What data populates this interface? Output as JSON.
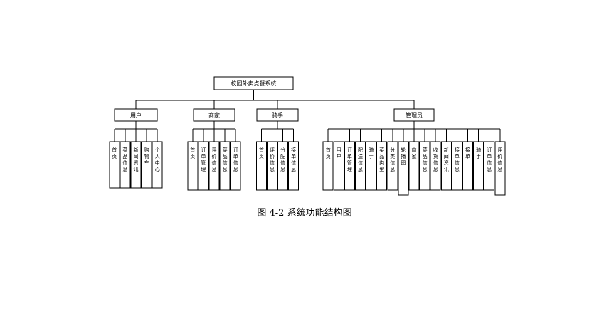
{
  "root": "校园外卖点餐系统",
  "modules": [
    {
      "label": "用户",
      "children": [
        "首页",
        "菜品信息",
        "新闻资讯",
        "购物车",
        "个人中心"
      ]
    },
    {
      "label": "商家",
      "children": [
        "首页",
        "订单管理",
        "评价信息",
        "菜品信息",
        "订单信息"
      ]
    },
    {
      "label": "骑手",
      "children": [
        "首页",
        "评价信息",
        "分配信息",
        "接单信息"
      ]
    },
    {
      "label": "管理员",
      "children": [
        "首页",
        "用户",
        "订单管理",
        "配送信息",
        "骑手",
        "菜品类型",
        "分类信息",
        "轮播图",
        "商家",
        "菜品信息",
        "收货信息",
        "新闻资讯",
        "接单信息",
        "接单",
        "骑手",
        "订单信息",
        "评价信息"
      ]
    }
  ],
  "caption": "图 4-2 系统功能结构图"
}
